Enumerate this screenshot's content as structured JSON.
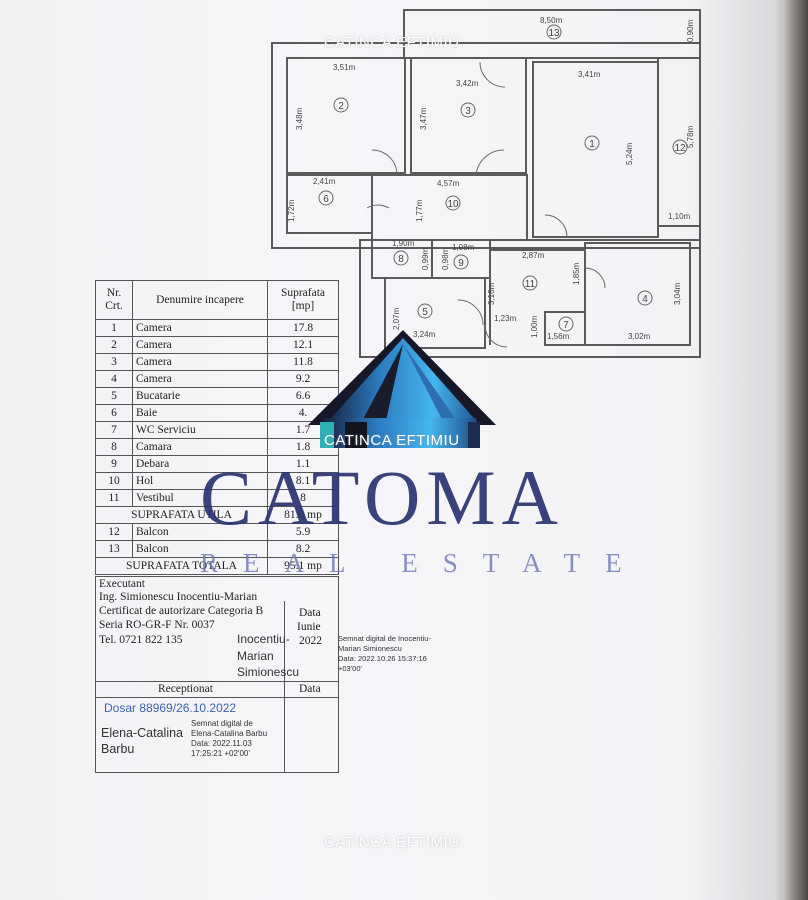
{
  "watermarks": [
    "CATINCA EFTIMIU",
    "CATINCA EFTIMIU",
    "CATINCA EFTIMIU"
  ],
  "plan": {
    "rooms": [
      "1",
      "2",
      "3",
      "4",
      "5",
      "6",
      "7",
      "8",
      "9",
      "10",
      "11",
      "12",
      "13"
    ],
    "dimensions": [
      "8,50m",
      "3,51m",
      "3,42m",
      "3,41m",
      "3,48m",
      "3,47m",
      "5,24m",
      "5,78m",
      "0,90m",
      "2,41m",
      "4,57m",
      "1,72m",
      "1,77m",
      "1,10m",
      "1,90m",
      "1,08m",
      "0,99m",
      "0,98m",
      "2,87m",
      "1,85m",
      "3,16m",
      "2,07m",
      "1,23m",
      "1,00m",
      "1,56m",
      "3,04m",
      "3,24m",
      "3,02m"
    ]
  },
  "table": {
    "header": {
      "nr": "Nr. Crt.",
      "name": "Denumire incapere",
      "area": "Suprafata [mp]"
    },
    "rows": [
      {
        "nr": "1",
        "name": "Camera",
        "area": "17.8"
      },
      {
        "nr": "2",
        "name": "Camera",
        "area": "12.1"
      },
      {
        "nr": "3",
        "name": "Camera",
        "area": "11.8"
      },
      {
        "nr": "4",
        "name": "Camera",
        "area": "9.2"
      },
      {
        "nr": "5",
        "name": "Bucatarie",
        "area": "6.6"
      },
      {
        "nr": "6",
        "name": "Baie",
        "area": "4."
      },
      {
        "nr": "7",
        "name": "WC Serviciu",
        "area": "1.7"
      },
      {
        "nr": "8",
        "name": "Camara",
        "area": "1.8"
      },
      {
        "nr": "9",
        "name": "Debara",
        "area": "1.1"
      },
      {
        "nr": "10",
        "name": "Hol",
        "area": "8.1"
      },
      {
        "nr": "11",
        "name": "Vestibul",
        "area": "8"
      }
    ],
    "useful_label": "SUPRAFATA UTILA",
    "useful_value": "81.0 mp",
    "balconies": [
      {
        "nr": "12",
        "name": "Balcon",
        "area": "5.9"
      },
      {
        "nr": "13",
        "name": "Balcon",
        "area": "8.2"
      }
    ],
    "total_label": "SUPRAFATA TOTALA",
    "total_value": "95.1 mp"
  },
  "signature": {
    "executant_label": "Executant",
    "engineer": "Ing. Simionescu Inocentiu-Marian",
    "certificate": "Certificat de autorizare Categoria B",
    "series": "Seria RO-GR-F Nr. 0037",
    "phone": "Tel. 0721 822 135",
    "data_label": "Data",
    "month": "Iunie",
    "year": "2022",
    "signer_line1": "Inocentiu-",
    "signer_line2": "Marian",
    "signer_line3": "Simionescu",
    "digital1": [
      "Semnat digital de Inocentiu-",
      "Marian Simionescu",
      "Data: 2022.10.26 15:37:16",
      "+03'00'"
    ],
    "receptionat_label": "Receptionat",
    "data_label2": "Data",
    "dosar": "Dosar 88969/26.10.2022",
    "receiver_line1": "Elena-Catalina",
    "receiver_line2": "Barbu",
    "digital2": [
      "Semnat digital de",
      "Elena-Catalina Barbu",
      "Data: 2022.11.03",
      "17:25:21 +02'00'"
    ]
  },
  "brand": {
    "name": "CATOMA",
    "tagline": "REAL ESTATE"
  },
  "colors": {
    "brand_navy": "#2b3372",
    "brand_light": "#6c77b3",
    "logo_blue": "#3aa6e6"
  }
}
